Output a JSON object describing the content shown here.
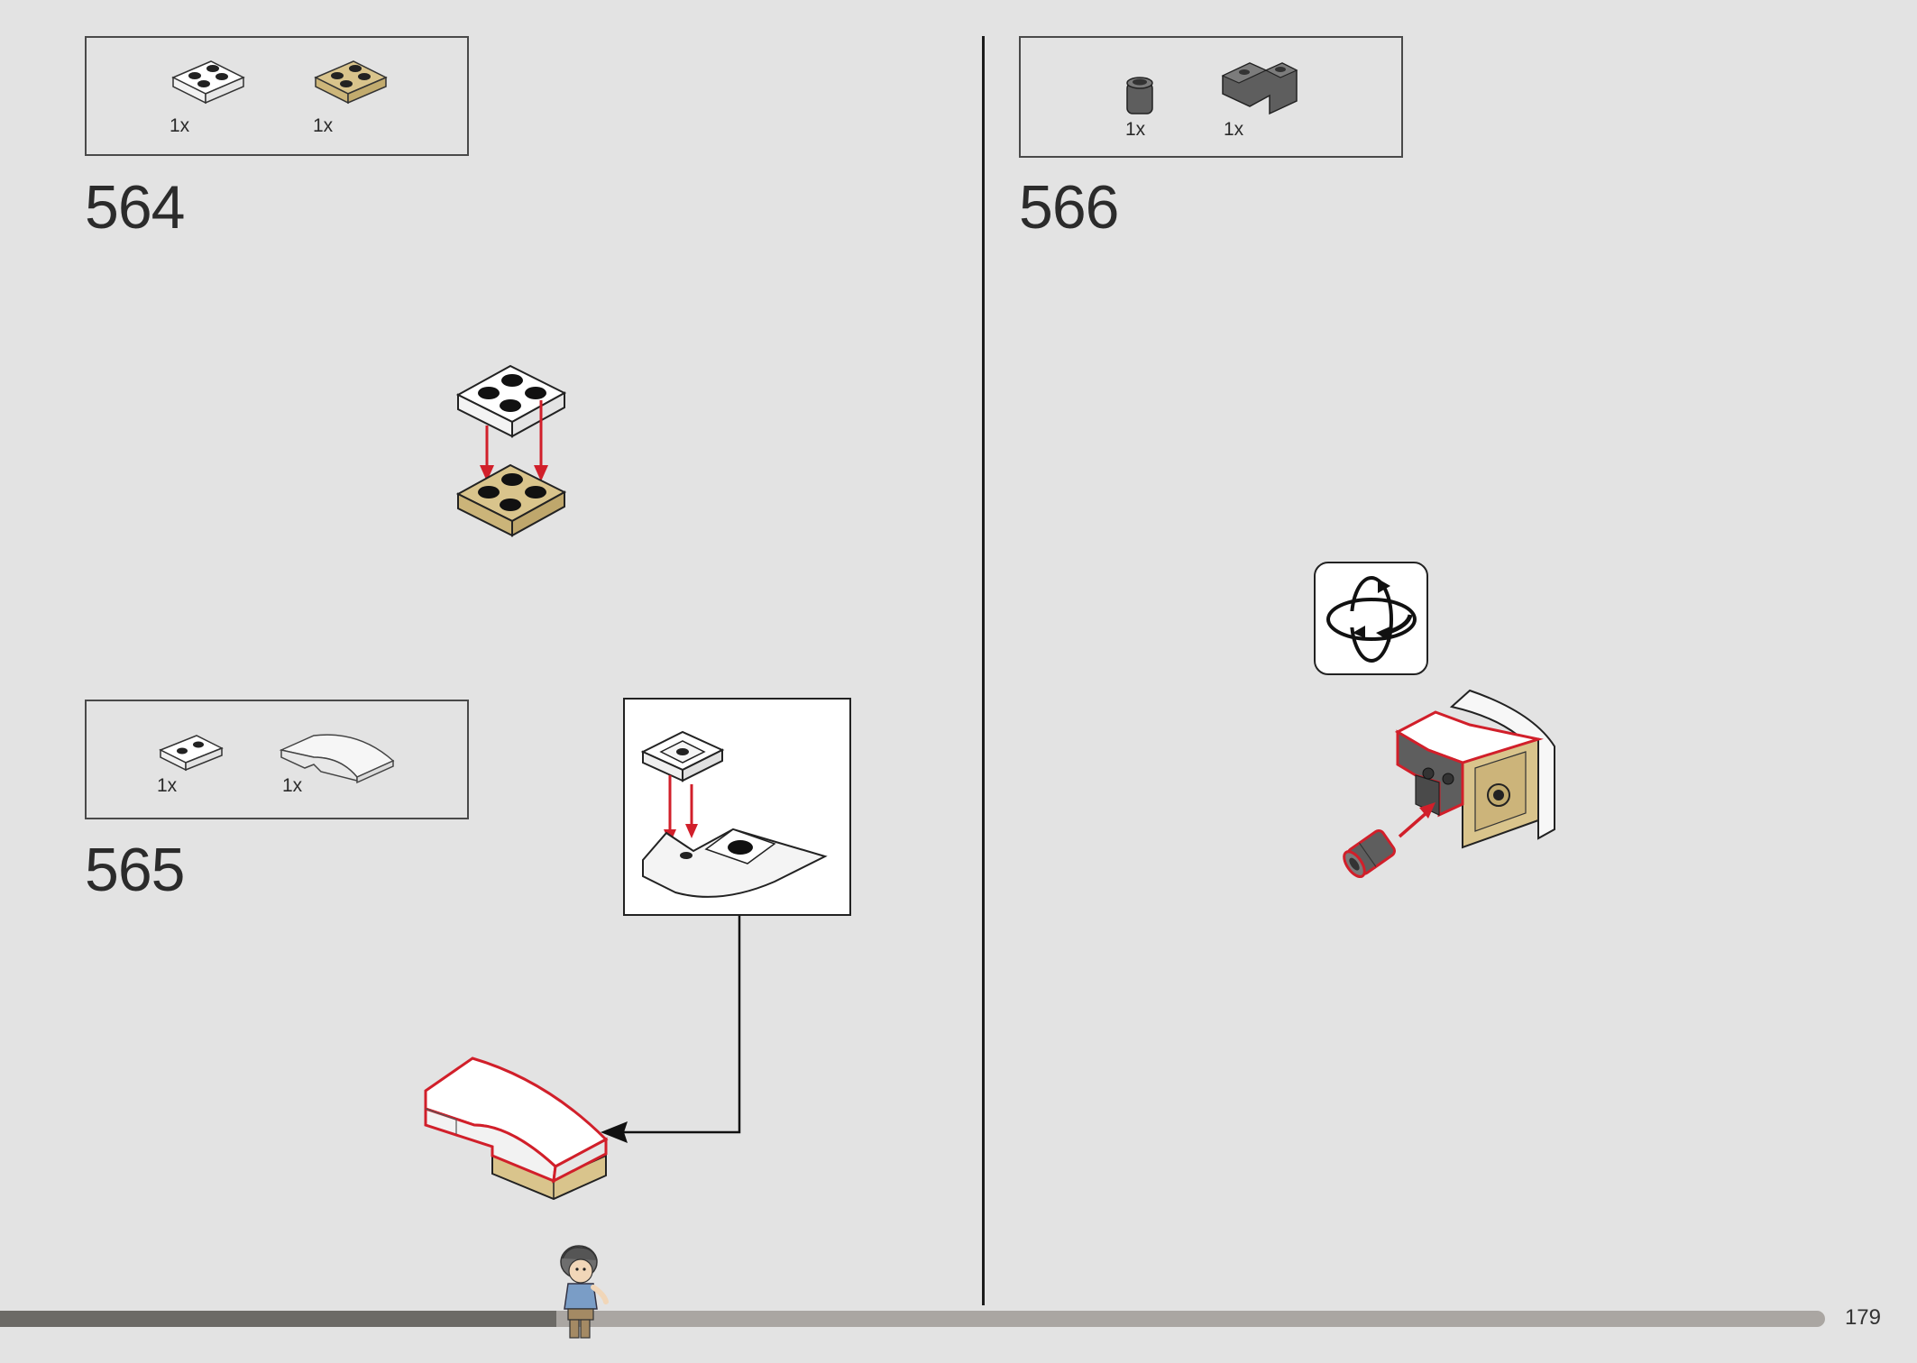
{
  "page": {
    "number": "179",
    "progress_fraction": 0.305
  },
  "steps": [
    {
      "number": "564",
      "parts": [
        {
          "name": "white 2x2 plate",
          "qty": "1x"
        },
        {
          "name": "tan 2x2 plate",
          "qty": "1x"
        }
      ]
    },
    {
      "number": "565",
      "parts": [
        {
          "name": "white 1x2 plate",
          "qty": "1x"
        },
        {
          "name": "white curved slope",
          "qty": "1x"
        }
      ]
    },
    {
      "number": "566",
      "parts": [
        {
          "name": "dark grey round brick",
          "qty": "1x"
        },
        {
          "name": "dark grey corner brick",
          "qty": "1x"
        }
      ]
    }
  ],
  "icons": {
    "rotate": "rotate-model-icon",
    "builder": "builder-minifigure-icon"
  },
  "colors": {
    "background": "#e3e3e3",
    "arrow_red": "#d11f2a",
    "tan": "#d9c48c",
    "dark_grey": "#5e5e5e",
    "progress_fill": "#6c6a66",
    "progress_track": "#aaa6a2"
  }
}
